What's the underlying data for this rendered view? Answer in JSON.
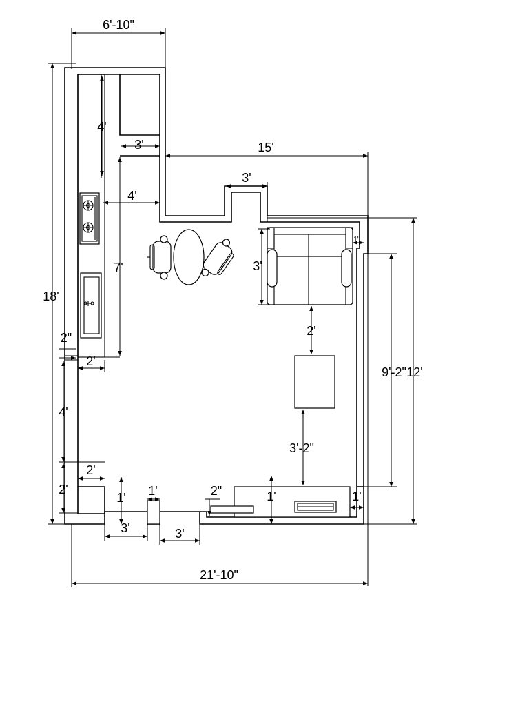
{
  "dimensions": {
    "top_width": "6'-10\"",
    "overall_height": "18'",
    "kitchen_top": "4'",
    "kitchen_nook": "3'",
    "right_wall_span": "15'",
    "step_width": "3'",
    "aisle_width": "4'",
    "counter_length": "7'",
    "sofa_depth": "3'",
    "small_gap": "1'",
    "sofa_to_table": "2'",
    "left_inset": "2\"",
    "counter_depth": "2'",
    "right_inner_height": "9'-2\"",
    "right_outer_height": "12'",
    "left_wall_segment": "4'",
    "table_to_console": "3'-2\"",
    "bottom_left_height": "2'",
    "bottom_left_width": "2'",
    "opening_one": "1'",
    "pier_width": "1'",
    "wall_step": "2\"",
    "console_gap": "1'",
    "right_gap": "1'",
    "door_one": "3'",
    "door_two": "3'",
    "overall_width": "21'-10\""
  },
  "legend": {
    "labels": []
  }
}
